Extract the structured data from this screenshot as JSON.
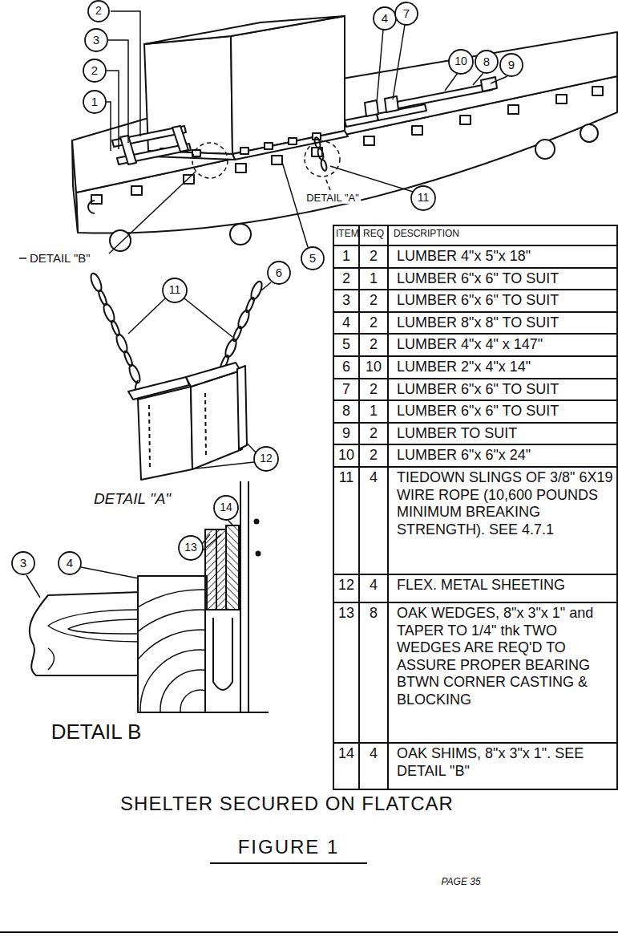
{
  "diagram": {
    "title": "SHELTER SECURED ON FLATCAR",
    "caption": "FIGURE 1",
    "labels": [
      "2",
      "3",
      "2",
      "1",
      "4",
      "7",
      "10",
      "8",
      "9",
      "11",
      "5",
      "6",
      "11",
      "12",
      "14",
      "13",
      "3",
      "4",
      "DETAIL \"A\"",
      "DETAIL \"B\"",
      "DETAIL \"A\"",
      "DETAIL B",
      "ITEM",
      "REQ",
      "DESCRIPTION",
      "1",
      "2",
      "LUMBER 4\"x 5\"x 18\"",
      "2",
      "1",
      "LUMBER 6\"x 6\" TO SUIT",
      "3",
      "2",
      "LUMBER 6\"x 6\" TO SUIT",
      "4",
      "2",
      "LUMBER 8\"x 8\" TO SUIT",
      "5",
      "2",
      "LUMBER 4\"x 4\" x 147\"",
      "6",
      "10",
      "LUMBER 2\"x 4\"x 14\"",
      "7",
      "2",
      "LUMBER 6\"x 6\" TO SUIT",
      "8",
      "1",
      "LUMBER 6\"x 6\" TO SUIT",
      "9",
      "2",
      "LUMBER TO SUIT",
      "10",
      "2",
      "LUMBER 6\"x 6\"x 24\"",
      "11",
      "4",
      "TIEDOWN SLINGS OF 3/8\" 6X19 WIRE ROPE (10,600 POUNDS MINIMUM BREAKING STRENGTH). SEE 4.7.1",
      "12",
      "4",
      "FLEX. METAL SHEETING",
      "13",
      "8",
      "OAK WEDGES, 8\"x 3\"x 1\" and TAPER TO 1/4\" thk TWO WEDGES ARE REQ'D TO ASSURE PROPER BEARING BTWN CORNER CASTING & BLOCKING",
      "14",
      "4",
      "OAK SHIMS, 8\"x 3\"x 1\". SEE DETAIL \"B\"",
      "PAGE 35"
    ]
  }
}
